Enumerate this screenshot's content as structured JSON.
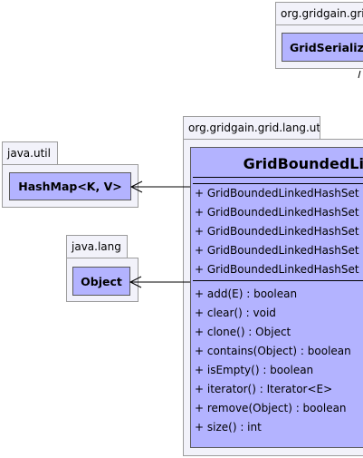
{
  "packages": {
    "top": {
      "name": "org.gridgain.gri",
      "class_name": "GridSerializ"
    },
    "utils": {
      "name": "org.gridgain.grid.lang.utils"
    },
    "java_util": {
      "name": "java.util",
      "class_name": "HashMap<K, V>"
    },
    "java_lang": {
      "name": "java.lang",
      "class_name": "Object"
    }
  },
  "main_class": {
    "name": "GridBoundedLin",
    "constructors": [
      "+ GridBoundedLinkedHashSet",
      "+ GridBoundedLinkedHashSet",
      "+ GridBoundedLinkedHashSet",
      "+ GridBoundedLinkedHashSet",
      "+ GridBoundedLinkedHashSet"
    ],
    "methods": [
      "+ add(E) : boolean",
      "+ clear() : void",
      "+ clone() : Object",
      "+ contains(Object) : boolean",
      "+ isEmpty() : boolean",
      "+ iterator() : Iterator<E>",
      "+ remove(Object) : boolean",
      "+ size() : int"
    ]
  }
}
